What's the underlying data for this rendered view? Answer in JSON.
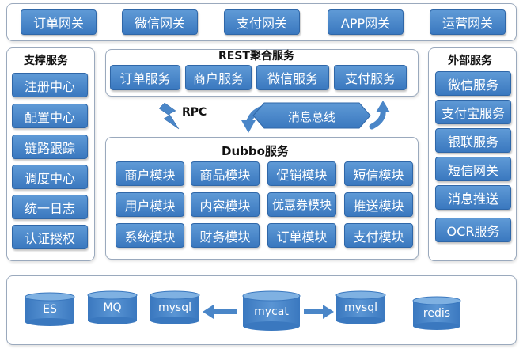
{
  "gateways": [
    "订单网关",
    "微信网关",
    "支付网关",
    "APP网关",
    "运营网关"
  ],
  "support": {
    "title": "支撑服务",
    "items": [
      "注册中心",
      "配置中心",
      "链路跟踪",
      "调度中心",
      "统一日志",
      "认证授权"
    ]
  },
  "external": {
    "title": "外部服务",
    "items": [
      "微信服务",
      "支付宝服务",
      "银联服务",
      "短信网关",
      "消息推送",
      "OCR服务"
    ]
  },
  "rest": {
    "title": "REST聚合服务",
    "items": [
      "订单服务",
      "商户服务",
      "微信服务",
      "支付服务"
    ]
  },
  "rpc_label": "RPC",
  "bus_label": "消息总线",
  "dubbo": {
    "title": "Dubbo服务",
    "rows": [
      [
        "商户模块",
        "商品模块",
        "促销模块",
        "短信模块"
      ],
      [
        "用户模块",
        "内容模块",
        "优惠券模块",
        "推送模块"
      ],
      [
        "系统模块",
        "财务模块",
        "订单模块",
        "支付模块"
      ]
    ]
  },
  "storage": [
    "ES",
    "MQ",
    "mysql",
    "mycat",
    "mysql",
    "redis"
  ],
  "colors": {
    "button_top": "#5f9ad6",
    "button_bottom": "#3a78bf",
    "panel_border": "#9aa9bd",
    "arrow": "#4a86c8"
  }
}
